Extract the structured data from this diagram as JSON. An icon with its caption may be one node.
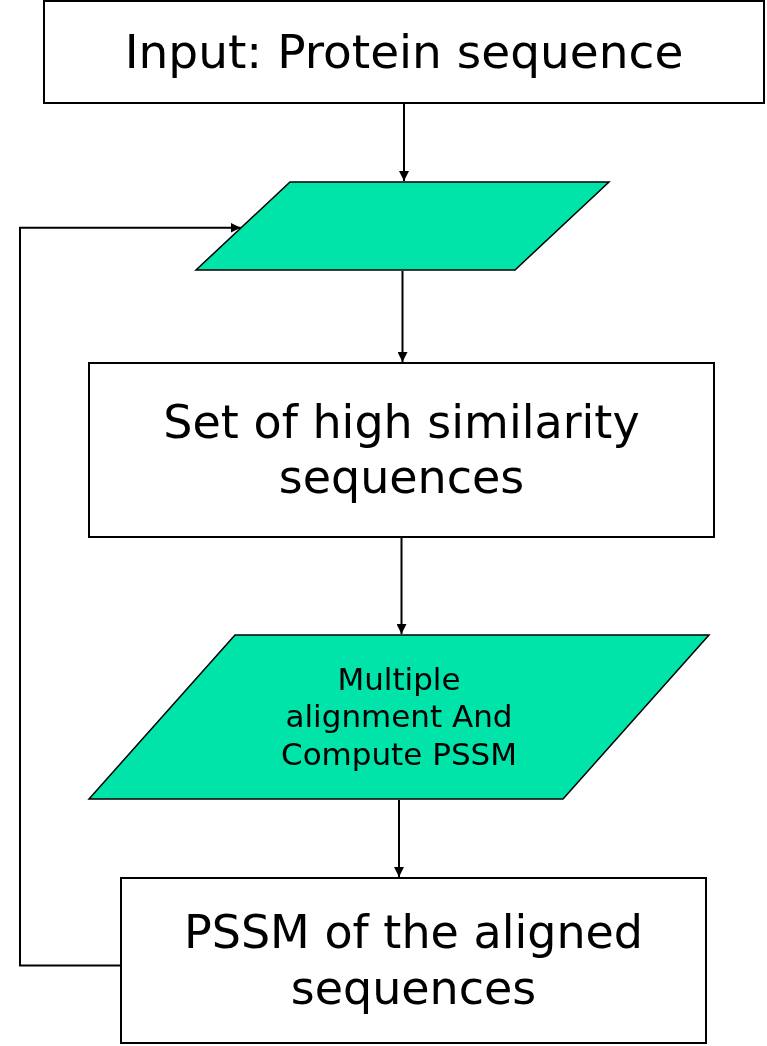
{
  "diagram": {
    "nodes": [
      {
        "text": [
          "Input: Protein sequence"
        ]
      },
      {
        "text": [],
        "shape": "parallelogram"
      },
      {
        "text": [
          "Set of high similarity sequences"
        ]
      },
      {
        "text": [
          "Multiple alignment And Compute PSSM"
        ]
      },
      {
        "text": [
          "PSSM of the aligned sequences"
        ]
      }
    ],
    "edges": [
      {
        "from": 0,
        "to": 1,
        "arrow": "to"
      },
      {
        "from": 1,
        "to": 2,
        "arrow": "to"
      },
      {
        "from": 2,
        "to": 3,
        "arrow": "to"
      },
      {
        "from": 3,
        "to": 4,
        "arrow": "to"
      },
      {
        "from": 4,
        "to": 1,
        "arrow": "to"
      }
    ]
  }
}
